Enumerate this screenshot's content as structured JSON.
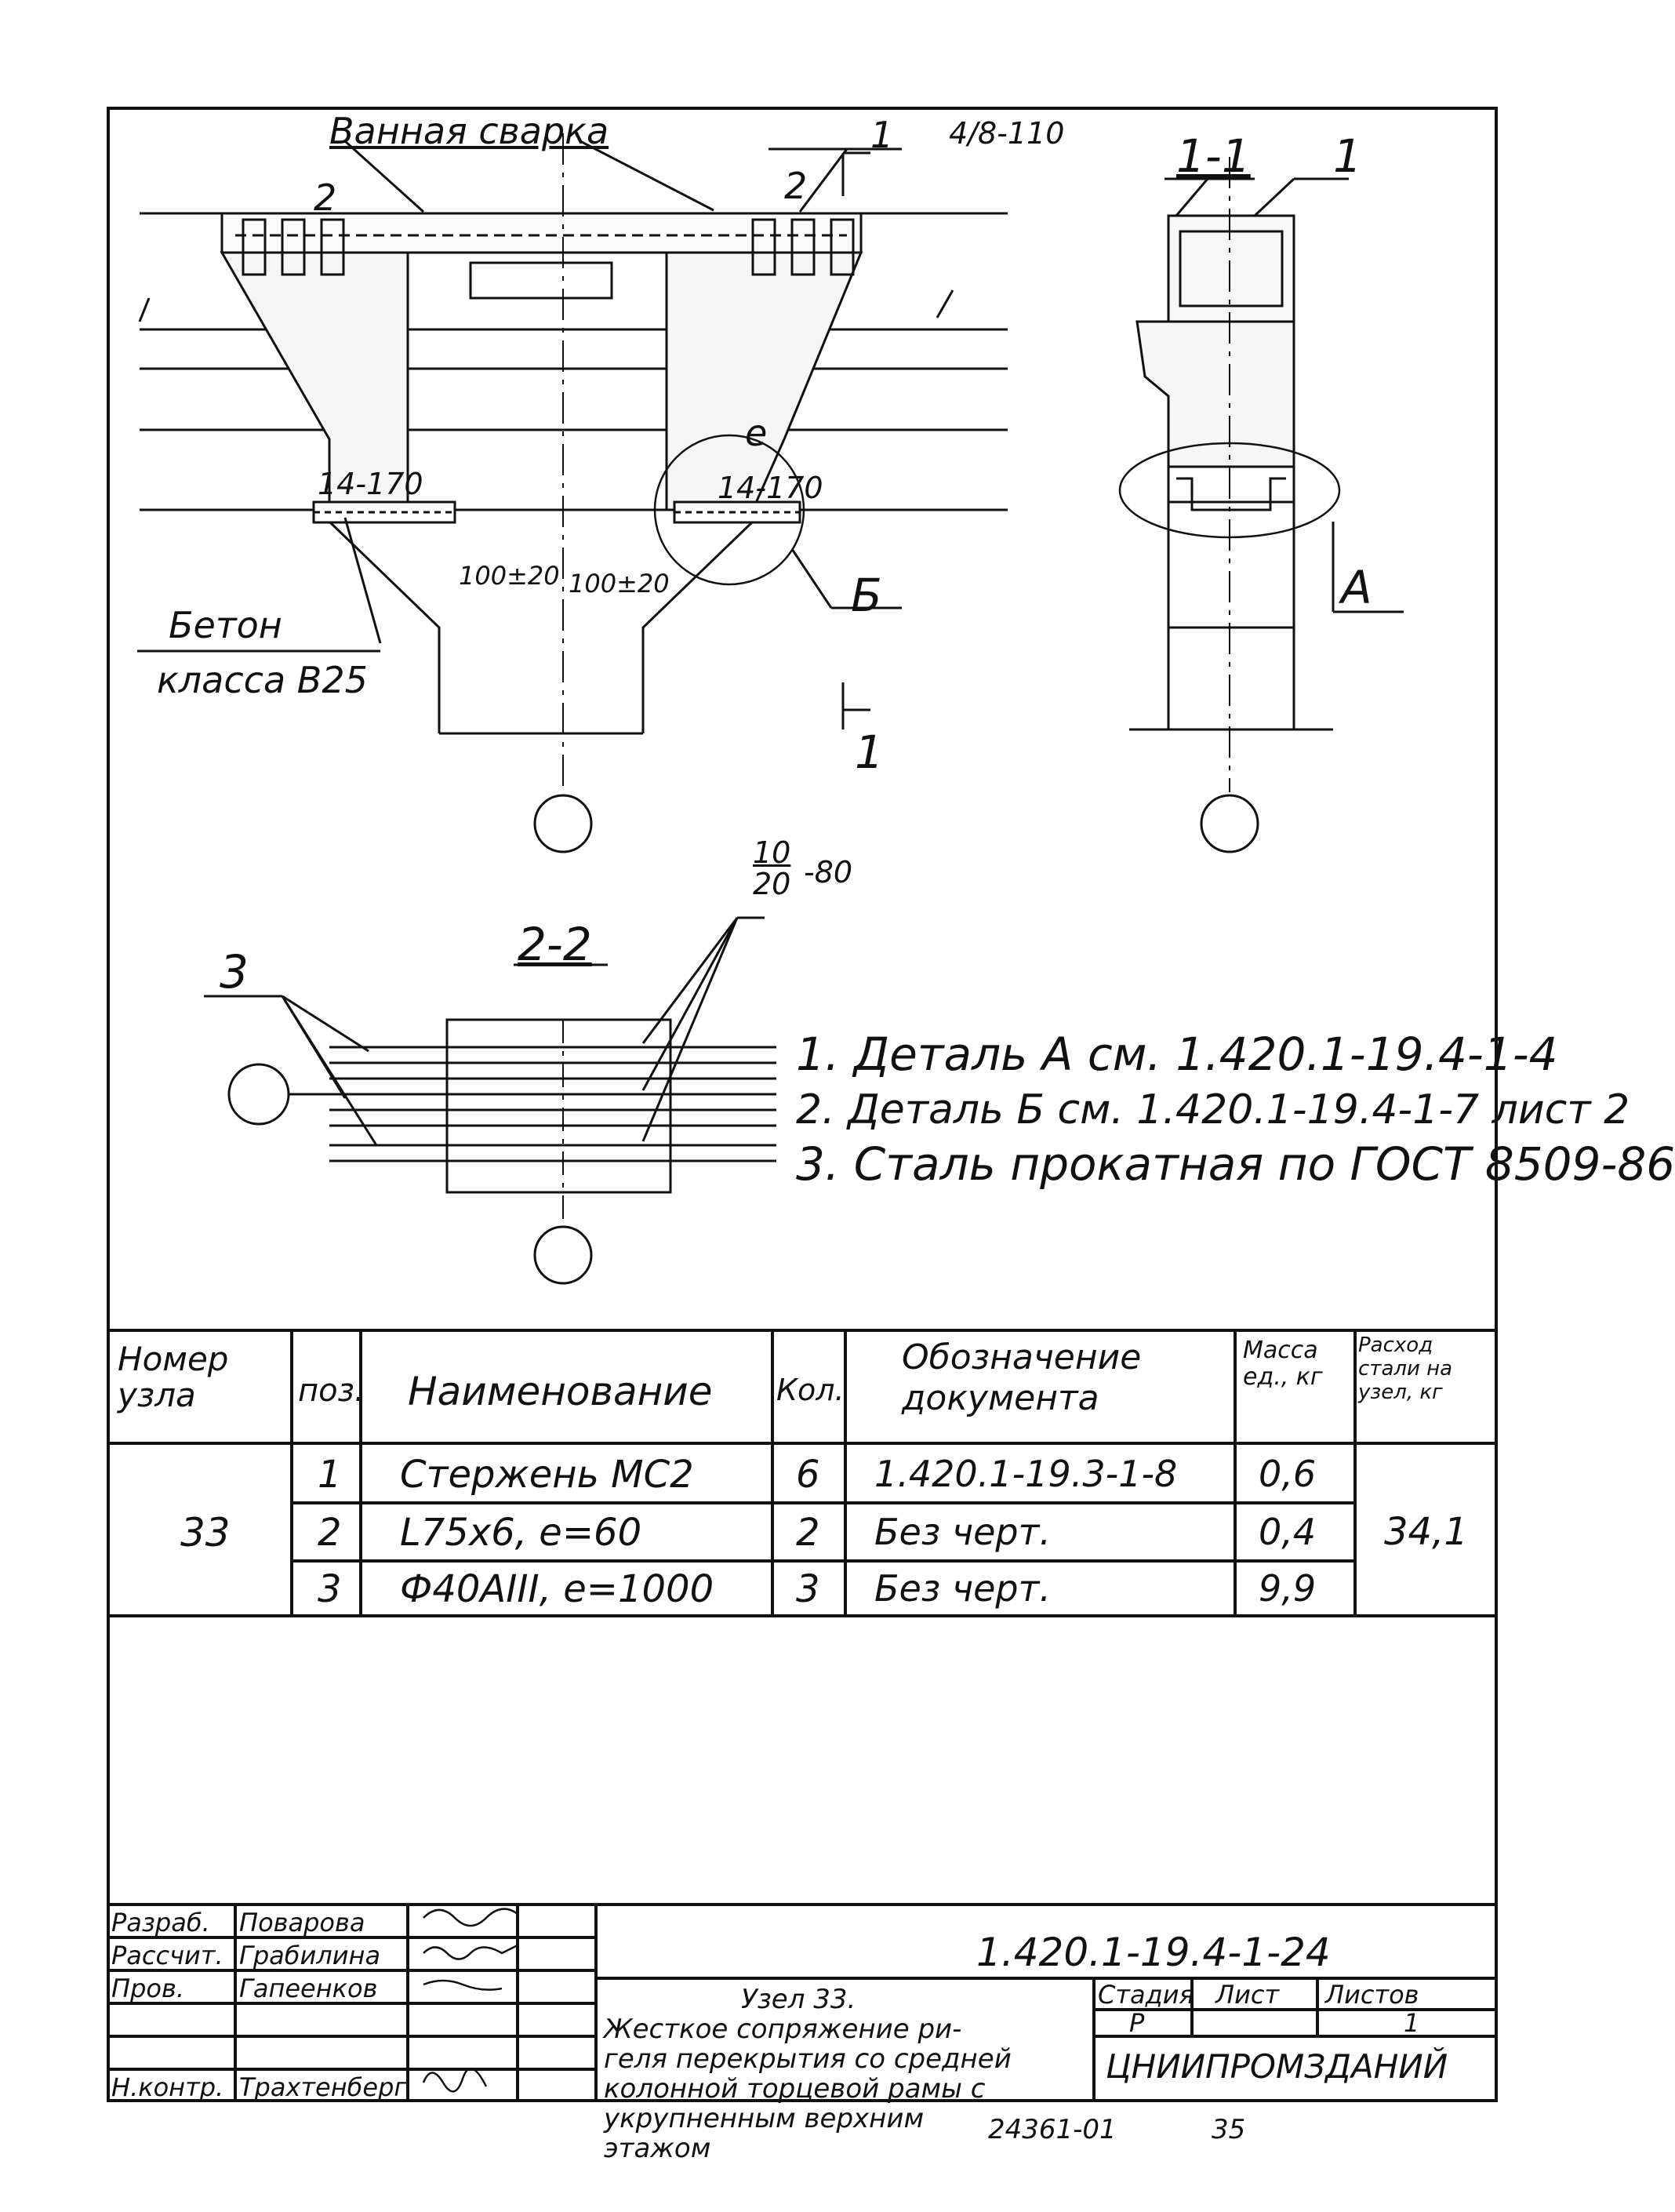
{
  "drawing": {
    "top_left_label": "Ванная сварка",
    "weld_label_1": "2",
    "weld_label_2": "2",
    "section_cut_top": "1",
    "section_cut_bottom": "1",
    "tie_label": "4/8-110",
    "left_bracket_label": "14-170",
    "right_bracket_label": "14-170",
    "dim_left": "100±20",
    "dim_right": "100±20",
    "circle_label_e": "е",
    "detail_b_label": "Б",
    "concrete_label_1": "Бетон",
    "concrete_label_2": "класса В25",
    "section_1_title": "1-1",
    "section_1_callout": "1",
    "detail_a_label": "А",
    "section_2_title": "2-2",
    "section_2_callout": "3",
    "rebar_label_top": "10",
    "rebar_label_bottom": "20",
    "rebar_label_suffix": "-80"
  },
  "notes": [
    "1. Деталь А см. 1.420.1-19.4-1-4",
    "2. Деталь Б см. 1.420.1-19.4-1-7 лист 2",
    "3. Сталь прокатная по ГОСТ 8509-86"
  ],
  "spec_table": {
    "headers": {
      "node": "Номер узла",
      "pos": "поз.",
      "name": "Наименование",
      "qty": "Кол.",
      "doc": "Обозначение документа",
      "mass": "Масса ед., кг",
      "steel": "Расход стали на узел, кг"
    },
    "node_number": "33",
    "steel_total": "34,1",
    "rows": [
      {
        "pos": "1",
        "name": "Стержень МС2",
        "qty": "6",
        "doc": "1.420.1-19.3-1-8",
        "mass": "0,6"
      },
      {
        "pos": "2",
        "name": "L75x6, е=60",
        "qty": "2",
        "doc": "Без черт.",
        "mass": "0,4"
      },
      {
        "pos": "3",
        "name": "Ф40АIII, е=1000",
        "qty": "3",
        "doc": "Без черт.",
        "mass": "9,9"
      }
    ]
  },
  "title_block": {
    "signatures": [
      {
        "role": "Разраб.",
        "name": "Поварова"
      },
      {
        "role": "Рассчит.",
        "name": "Грабилина"
      },
      {
        "role": "Пров.",
        "name": "Гапеенков"
      },
      {
        "role": "",
        "name": ""
      },
      {
        "role": "",
        "name": ""
      },
      {
        "role": "Н.контр.",
        "name": "Трахтенберг"
      }
    ],
    "doc_code": "1.420.1-19.4-1-24",
    "description": "Узел 33. Жесткое сопряжение ригеля перекрытия со средней колонной торцевой рамы с укрупненным верхним этажом",
    "description_lines": [
      "Узел 33.",
      "Жесткое сопряжение ри-",
      "геля перекрытия со средней",
      "колонной торцевой рамы с",
      "укрупненным верхним",
      "этажом"
    ],
    "stage_header": "Стадия",
    "sheet_header": "Лист",
    "sheets_header": "Листов",
    "stage": "Р",
    "sheet": "",
    "sheets": "1",
    "organization": "ЦНИИПРОМЗДАНИЙ"
  },
  "footer": {
    "archive_number": "24361-01",
    "page_number": "35"
  }
}
